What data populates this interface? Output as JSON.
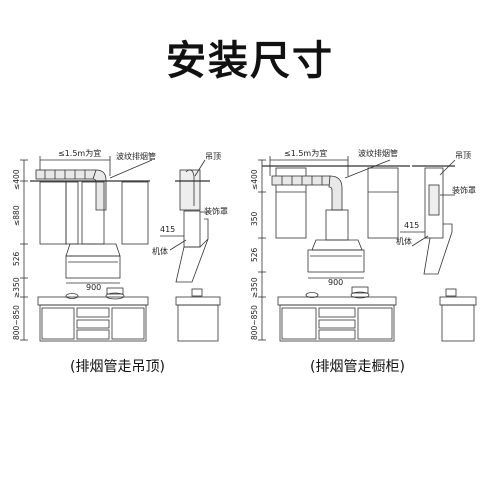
{
  "title": "安装尺寸",
  "left_diagram": {
    "caption": "(排烟管走吊顶)",
    "label_pipe_spacing": "≤1.5m为宜",
    "label_corrugated_pipe": "波纹排烟管",
    "label_ceiling": "吊顶",
    "label_cover": "装饰罩",
    "label_body": "机体",
    "dim_415": "415",
    "dim_900": "900",
    "dim_400": "≤400",
    "dim_880": "≤880",
    "dim_526": "526",
    "dim_350": "≥350",
    "dim_counter": "800~850"
  },
  "right_diagram": {
    "caption": "(排烟管走橱柜)",
    "label_pipe_spacing": "≤1.5m为宜",
    "label_corrugated_pipe": "波纹排烟管",
    "label_ceiling": "吊顶",
    "label_cover": "装饰罩",
    "label_body": "机体",
    "dim_415": "415",
    "dim_900": "900",
    "dim_400": "≤400",
    "dim_350_cabinet": "350",
    "dim_526": "526",
    "dim_350": "≥350",
    "dim_counter": "800~850"
  }
}
